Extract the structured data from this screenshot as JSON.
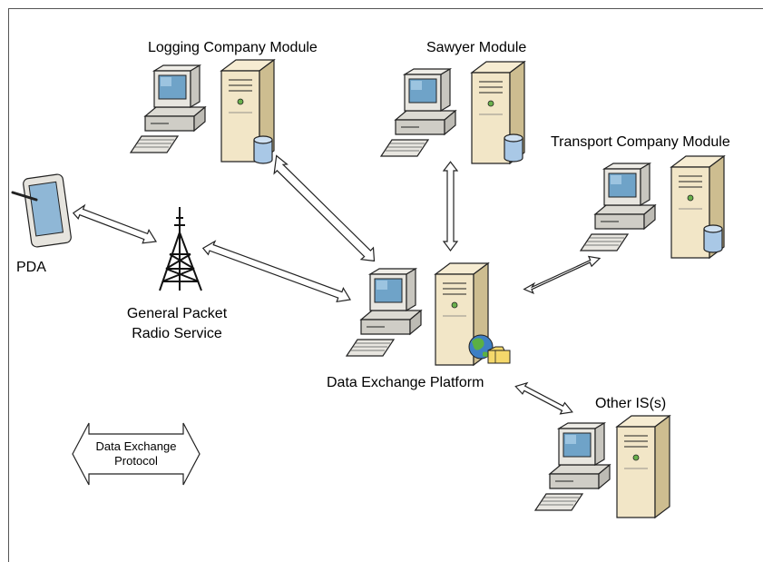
{
  "labels": {
    "logging": "Logging Company Module",
    "sawyer": "Sawyer Module",
    "transport": "Transport Company Module",
    "pda": "PDA",
    "gprs_line1": "General Packet",
    "gprs_line2": "Radio Service",
    "platform": "Data Exchange Platform",
    "other": "Other IS(s)"
  },
  "legend": {
    "line1": "Data Exchange",
    "line2": "Protocol"
  },
  "colors": {
    "monitor": "#e8e6e0",
    "case": "#f2e6c7",
    "case_dark": "#c9b88a",
    "screen": "#6fa3c8",
    "db": "#a9c8e6",
    "outline": "#222222"
  }
}
